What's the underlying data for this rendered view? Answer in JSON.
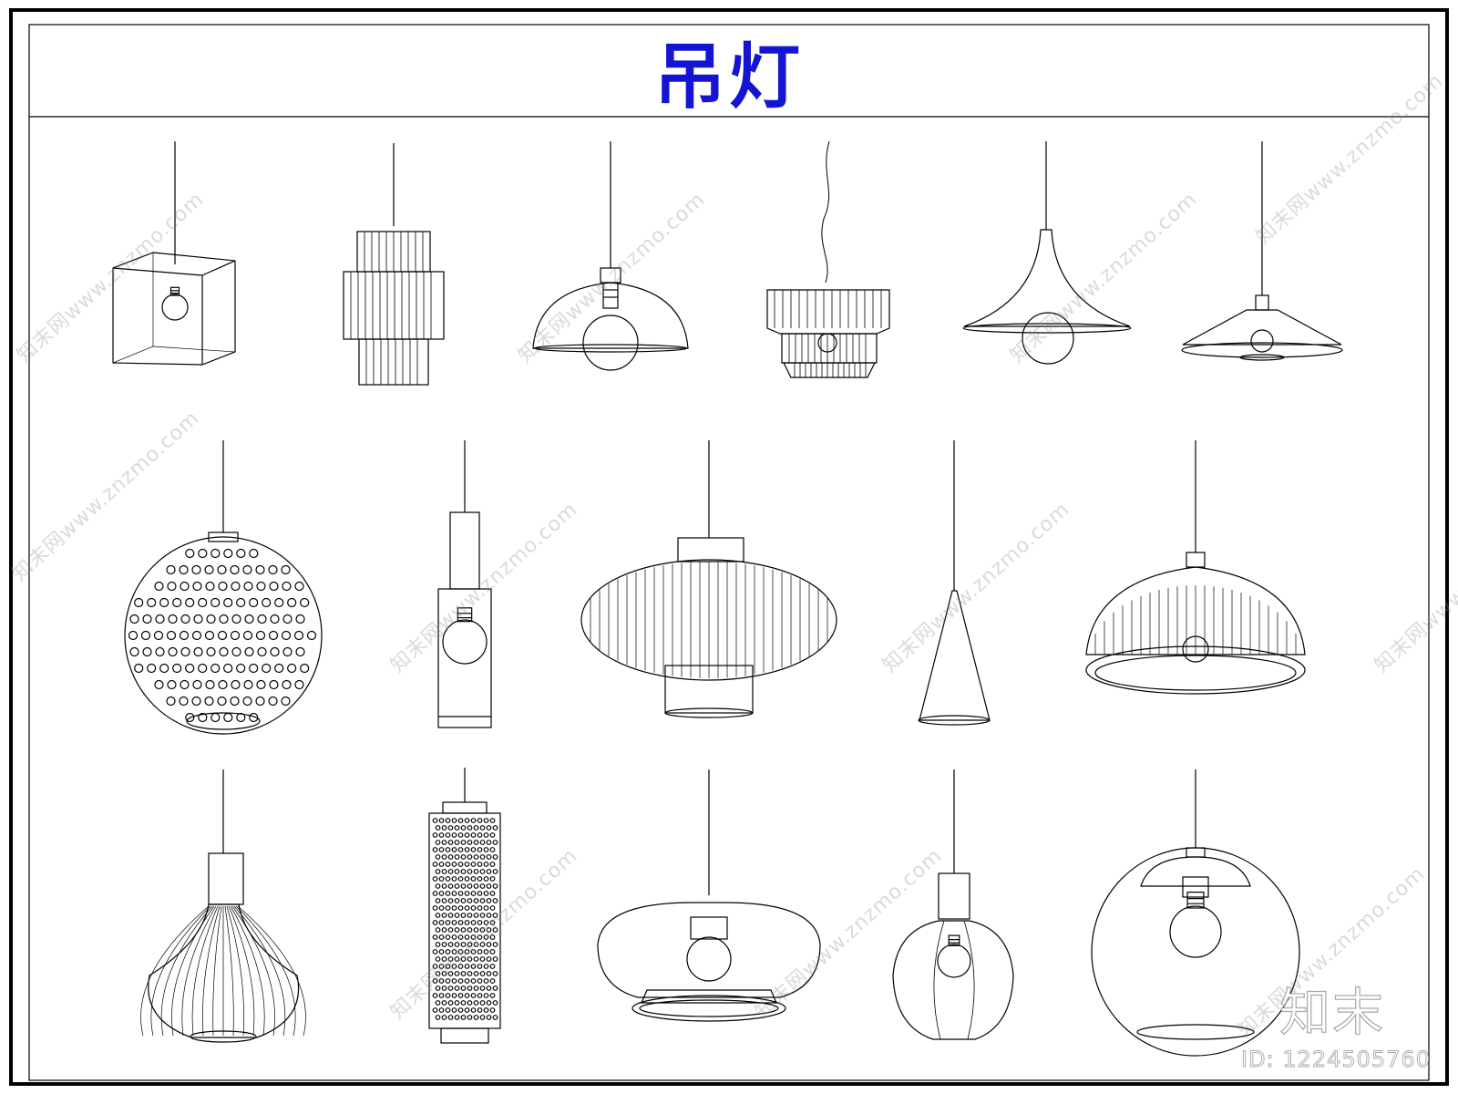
{
  "title": "吊灯",
  "brand": "知末",
  "image_id": "ID: 1224505760",
  "watermark_text": "知末网www.znzmo.com",
  "colors": {
    "title": "#1414d2",
    "line": "#000000",
    "watermark": "#8c8c8c"
  },
  "lamps": [
    {
      "name": "cube-glass-pendant"
    },
    {
      "name": "tiered-cylinder-pendant"
    },
    {
      "name": "dome-bulb-pendant"
    },
    {
      "name": "pleated-drum-pendant"
    },
    {
      "name": "trumpet-shade-pendant"
    },
    {
      "name": "flat-disc-pendant"
    },
    {
      "name": "perforated-globe-pendant"
    },
    {
      "name": "glass-tube-pendant"
    },
    {
      "name": "ribbed-lantern-pendant"
    },
    {
      "name": "cone-pendant"
    },
    {
      "name": "ribbed-dome-pendant"
    },
    {
      "name": "onion-cage-pendant"
    },
    {
      "name": "beaded-column-pendant"
    },
    {
      "name": "glass-saucer-pendant"
    },
    {
      "name": "small-glass-orb-pendant"
    },
    {
      "name": "glass-globe-pendant"
    }
  ]
}
